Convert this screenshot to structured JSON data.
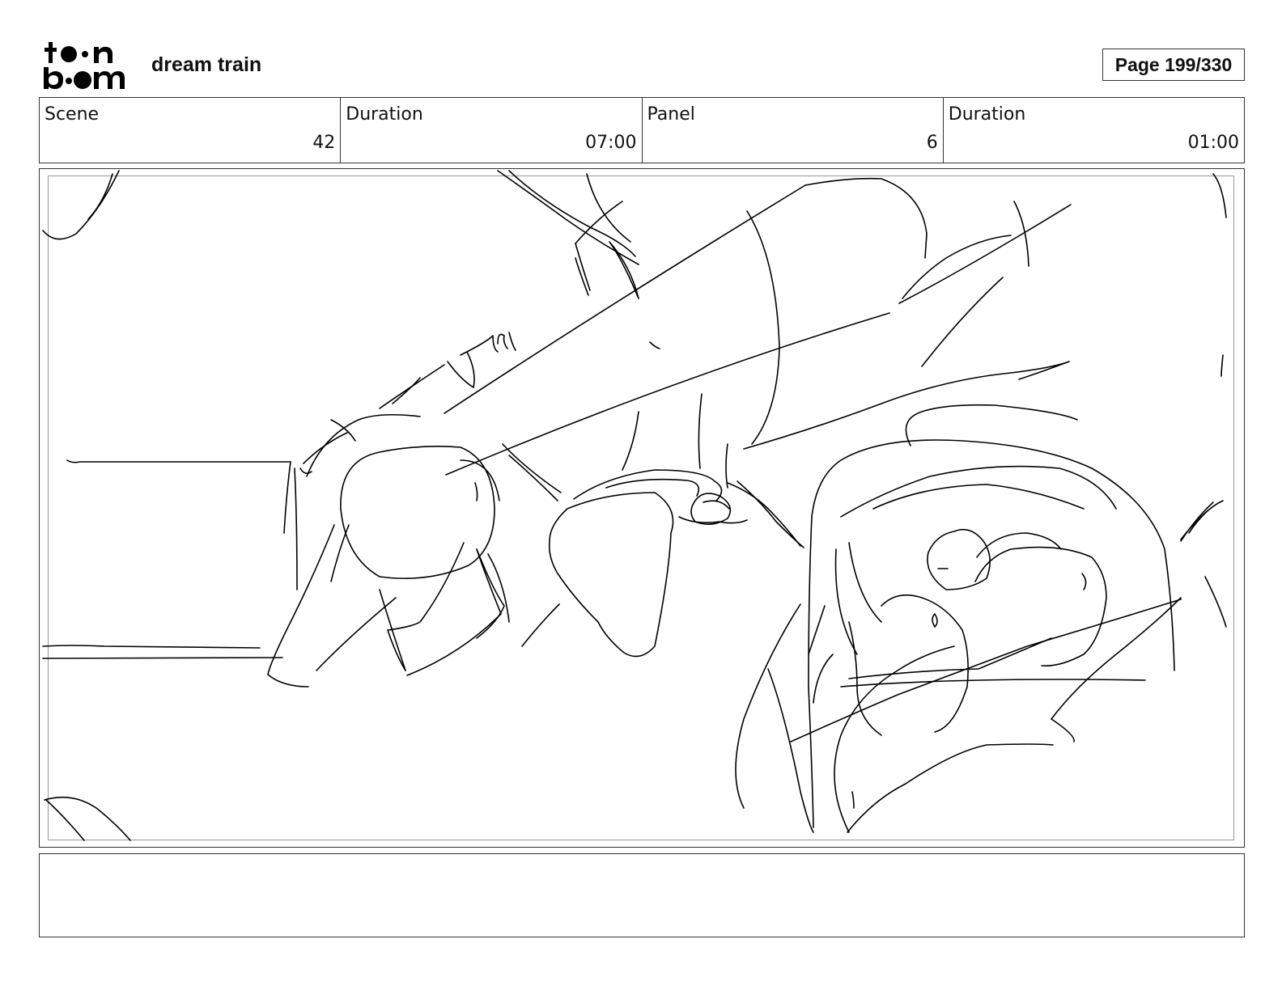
{
  "header": {
    "logo_text": "toon boom",
    "project_title": "dream train",
    "page_label": "Page 199/330"
  },
  "info": {
    "scene_label": "Scene",
    "scene_value": "42",
    "scene_duration_label": "Duration",
    "scene_duration_value": "07:00",
    "panel_label": "Panel",
    "panel_value": "6",
    "panel_duration_label": "Duration",
    "panel_duration_value": "01:00"
  },
  "notes": {
    "text": ""
  }
}
